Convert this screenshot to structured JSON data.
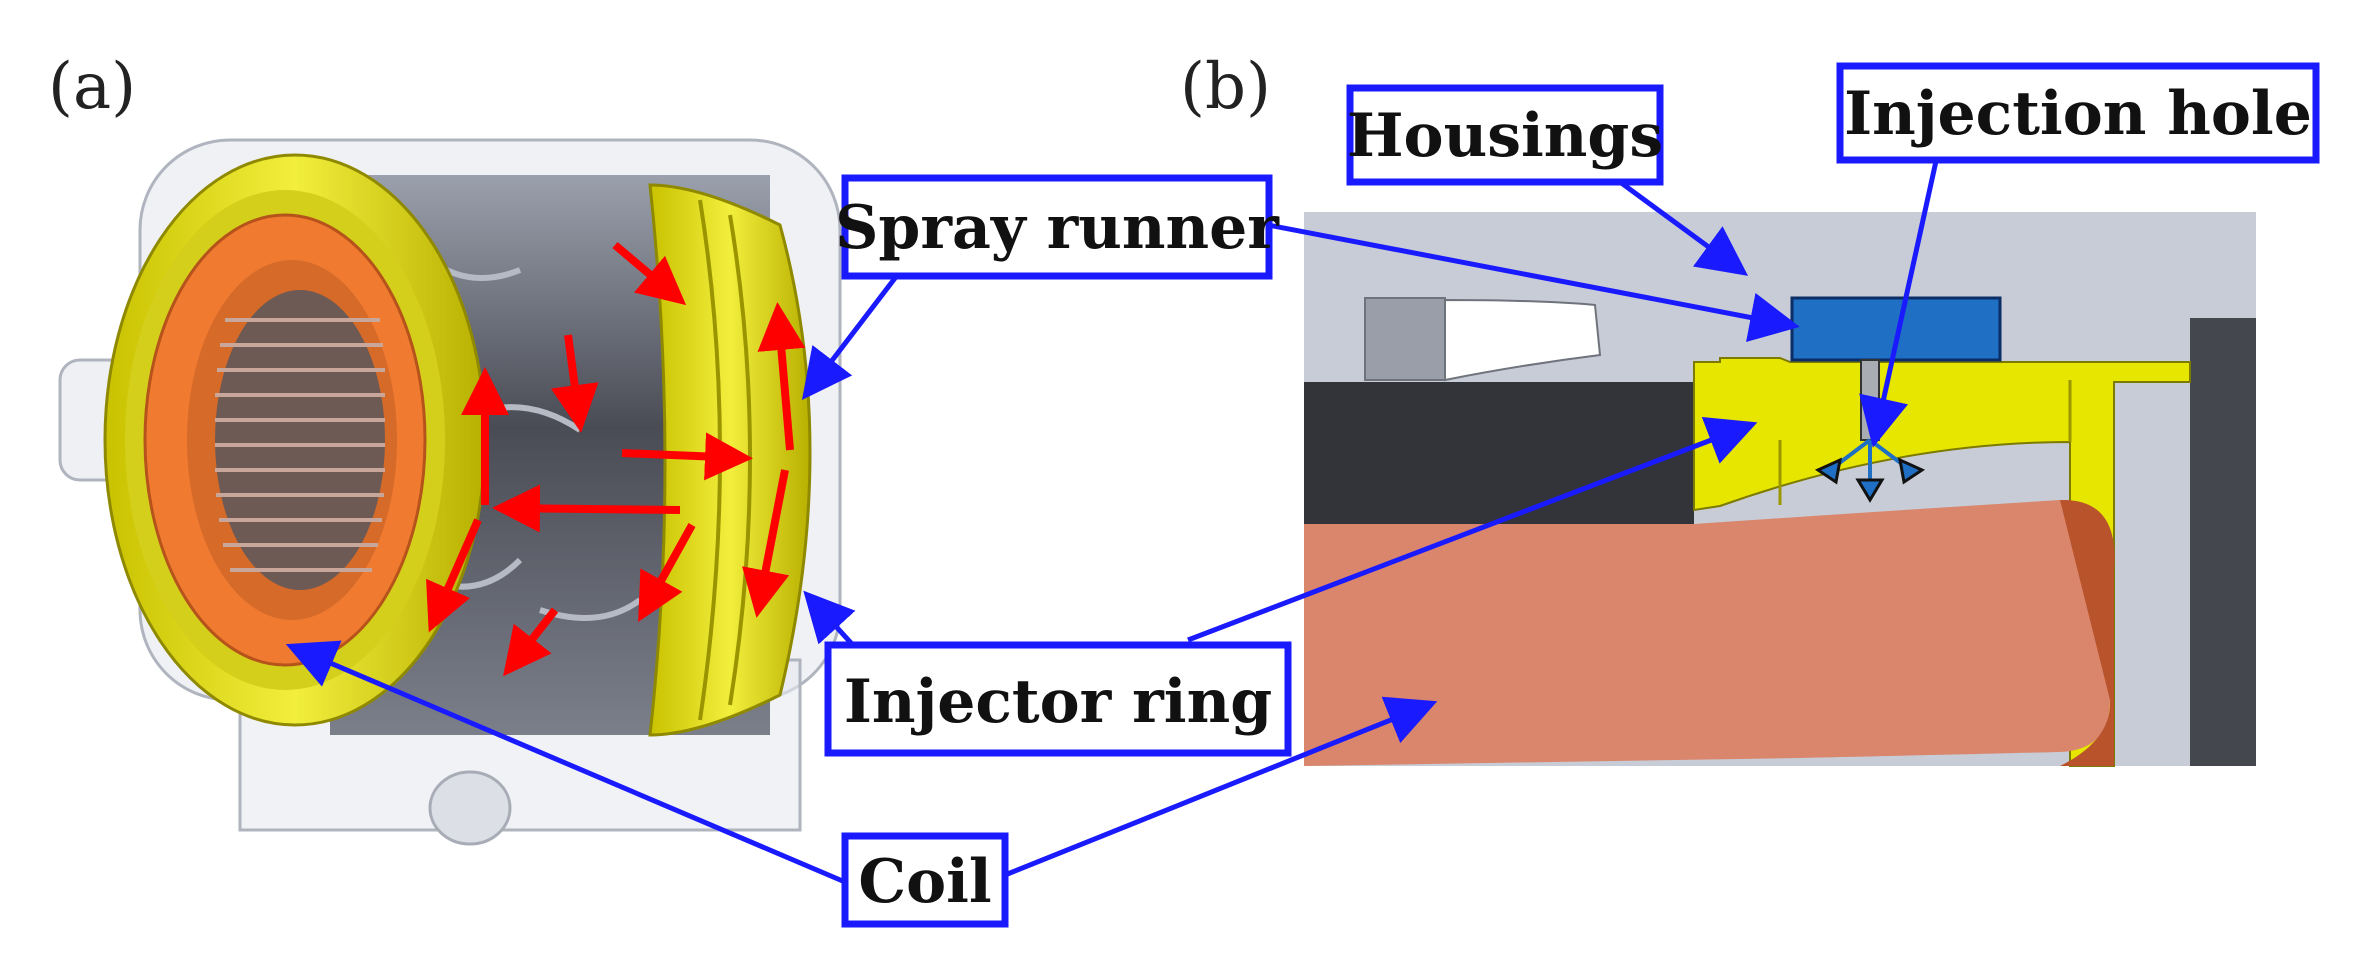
{
  "panels": {
    "a": {
      "label": "(a)"
    },
    "b": {
      "label": "(b)"
    }
  },
  "callouts": {
    "spray_runner": "Spray runner",
    "injector_ring": "Injector ring",
    "coil": "Coil",
    "housings": "Housings",
    "injection_hole": "Injection hole"
  },
  "colors": {
    "callout_border": "#1a1aff",
    "leader_line": "#1a1aff",
    "flow_arrow": "#ff0000",
    "housing_gray": "#c8ccd6",
    "coil_copper": "#d9866c",
    "injector_yellow": "#e6e600",
    "core_dark": "#3a3a3e",
    "runner_blue": "#1f6fc4",
    "coil_orange": "#f07a30"
  }
}
